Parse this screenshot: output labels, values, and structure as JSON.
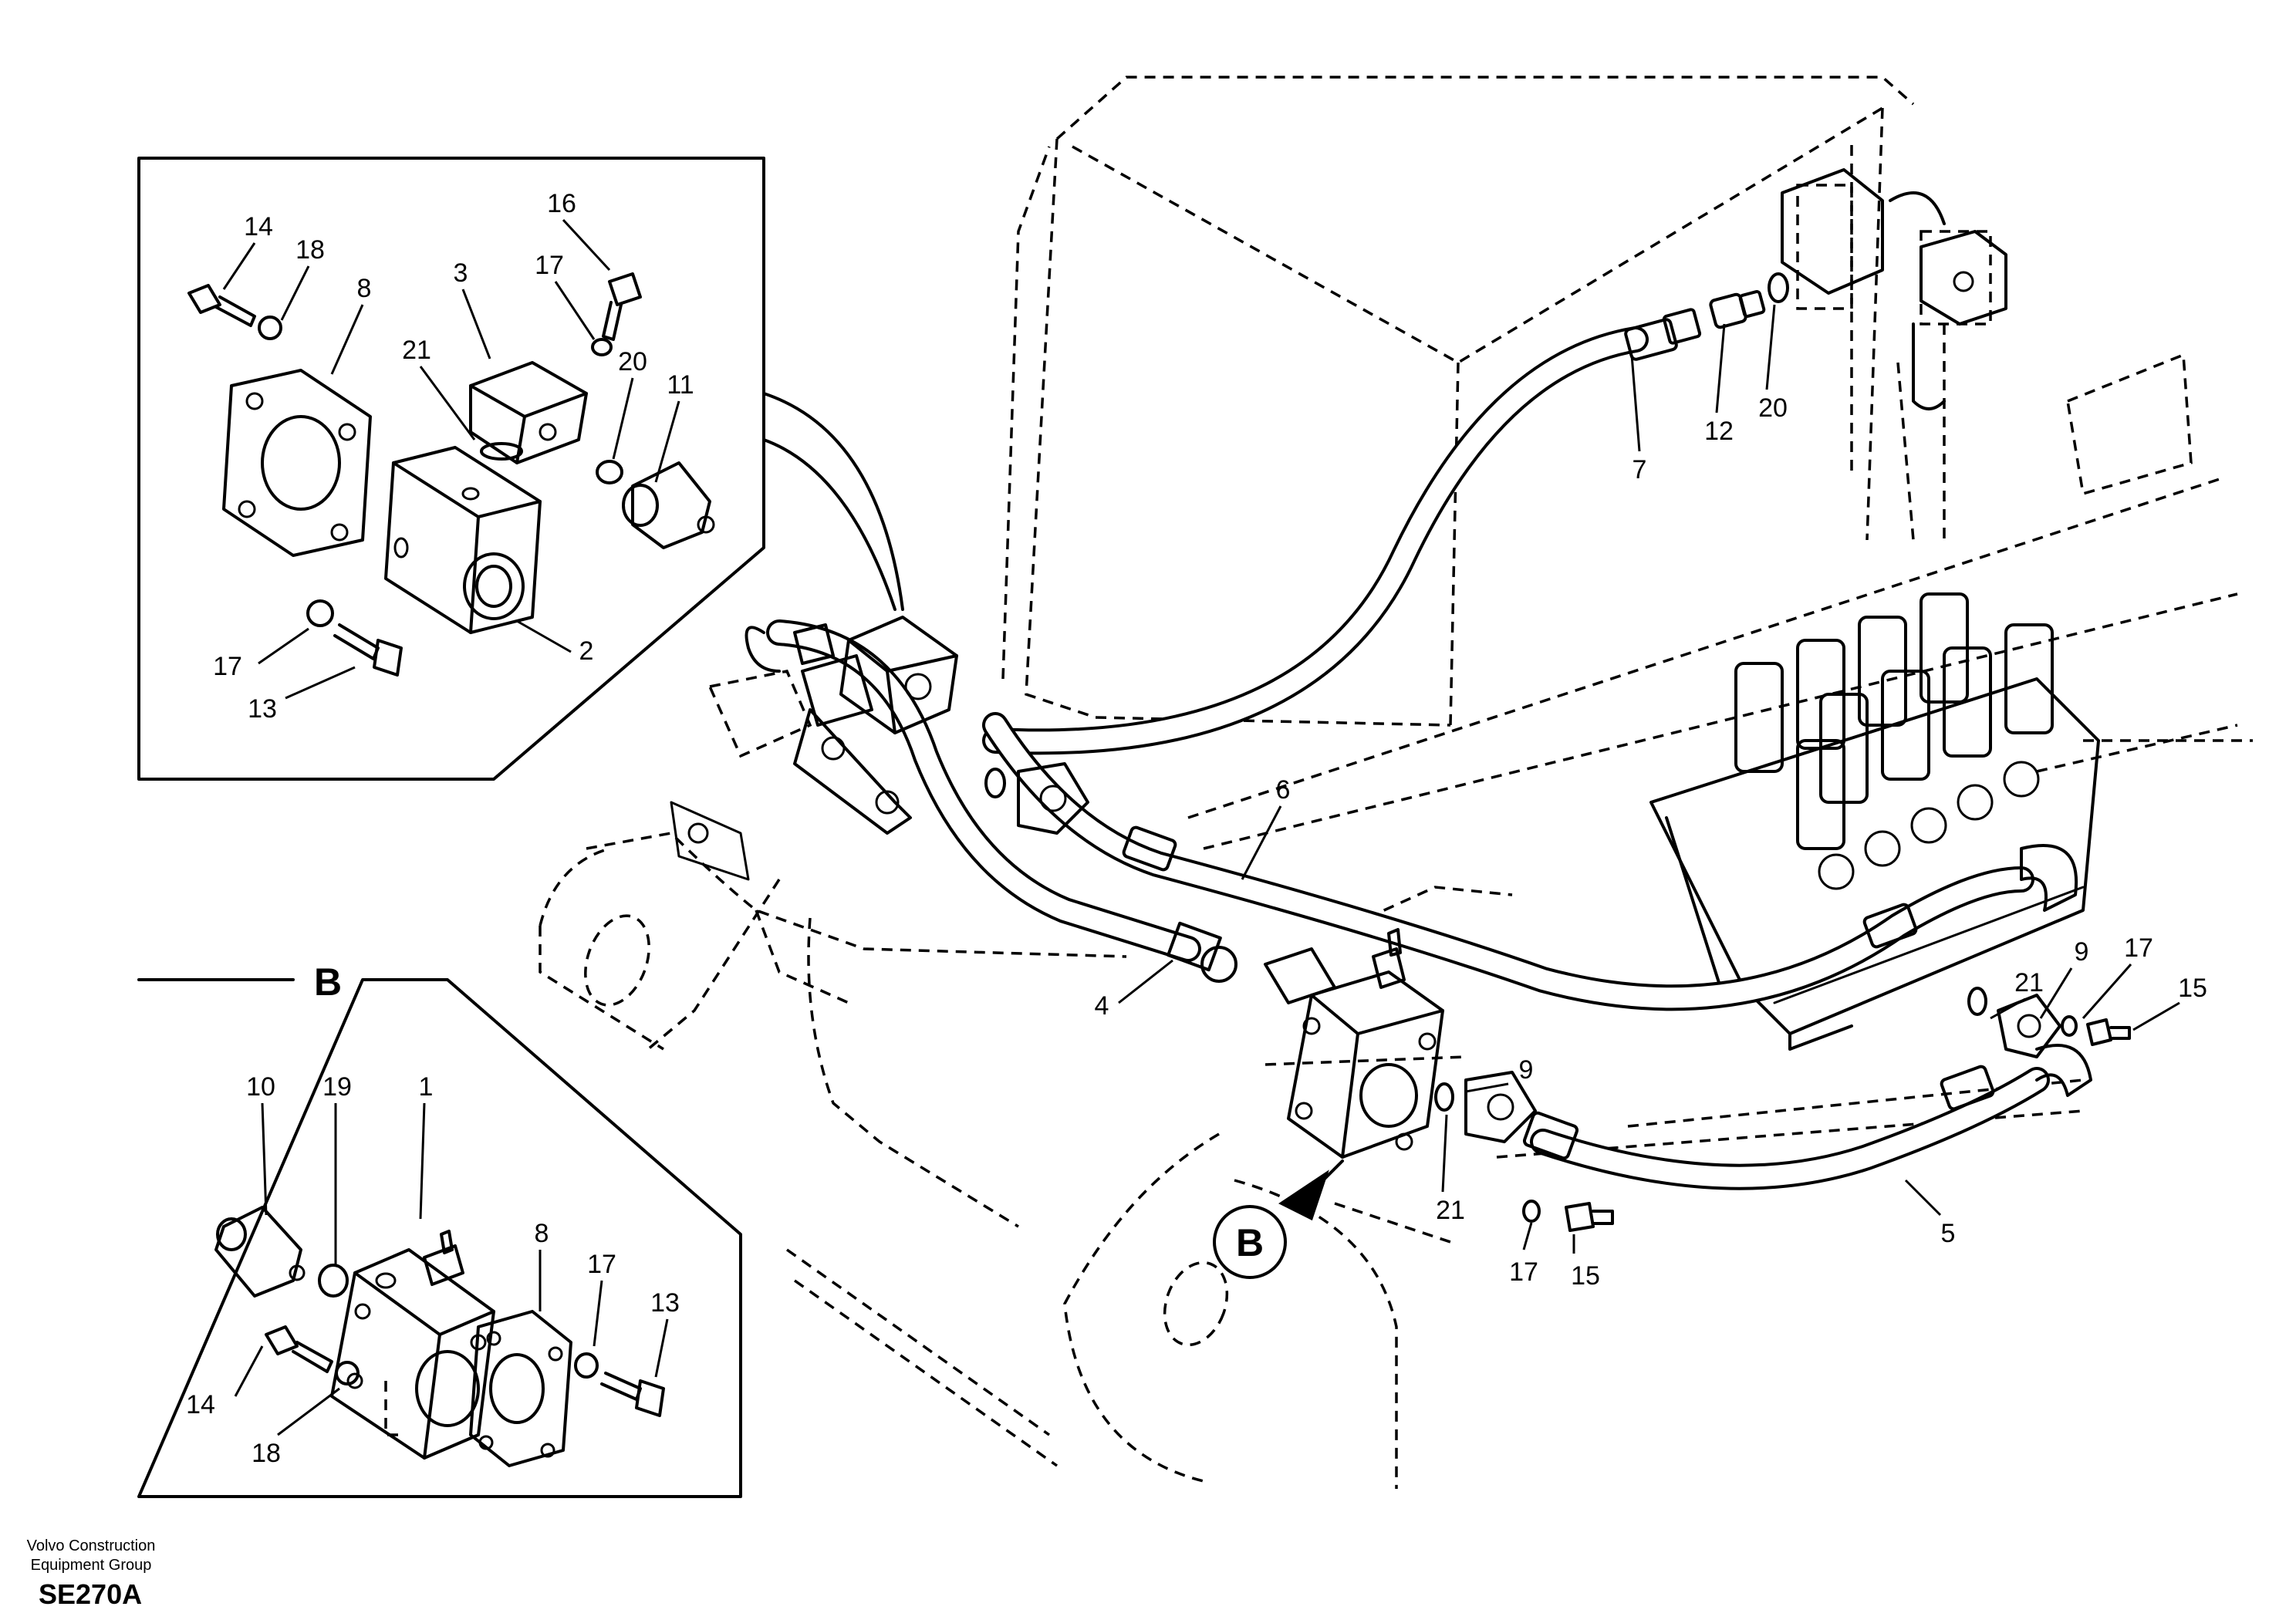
{
  "footer": {
    "company": "Volvo Construction Equipment Group",
    "drawing_code": "SE270A"
  },
  "view_markers": {
    "detail_title": "B",
    "circle_marker": "B"
  },
  "callouts": [
    {
      "id": "c-14-a",
      "text": "14"
    },
    {
      "id": "c-18-a",
      "text": "18"
    },
    {
      "id": "c-8-a",
      "text": "8"
    },
    {
      "id": "c-3",
      "text": "3"
    },
    {
      "id": "c-17-a",
      "text": "17"
    },
    {
      "id": "c-16",
      "text": "16"
    },
    {
      "id": "c-21-a",
      "text": "21"
    },
    {
      "id": "c-20-a",
      "text": "20"
    },
    {
      "id": "c-11",
      "text": "11"
    },
    {
      "id": "c-2",
      "text": "2"
    },
    {
      "id": "c-17-b",
      "text": "17"
    },
    {
      "id": "c-13-a",
      "text": "13"
    },
    {
      "id": "c-7",
      "text": "7"
    },
    {
      "id": "c-12",
      "text": "12"
    },
    {
      "id": "c-20-b",
      "text": "20"
    },
    {
      "id": "c-6",
      "text": "6"
    },
    {
      "id": "c-4",
      "text": "4"
    },
    {
      "id": "c-21-b",
      "text": "21"
    },
    {
      "id": "c-9-a",
      "text": "9"
    },
    {
      "id": "c-17-c",
      "text": "17"
    },
    {
      "id": "c-15-a",
      "text": "15"
    },
    {
      "id": "c-9-b",
      "text": "9"
    },
    {
      "id": "c-21-c",
      "text": "21"
    },
    {
      "id": "c-17-d",
      "text": "17"
    },
    {
      "id": "c-15-b",
      "text": "15"
    },
    {
      "id": "c-5",
      "text": "5"
    },
    {
      "id": "c-10",
      "text": "10"
    },
    {
      "id": "c-19",
      "text": "19"
    },
    {
      "id": "c-1",
      "text": "1"
    },
    {
      "id": "c-8-b",
      "text": "8"
    },
    {
      "id": "c-17-e",
      "text": "17"
    },
    {
      "id": "c-13-b",
      "text": "13"
    },
    {
      "id": "c-14-b",
      "text": "14"
    },
    {
      "id": "c-18-b",
      "text": "18"
    }
  ]
}
